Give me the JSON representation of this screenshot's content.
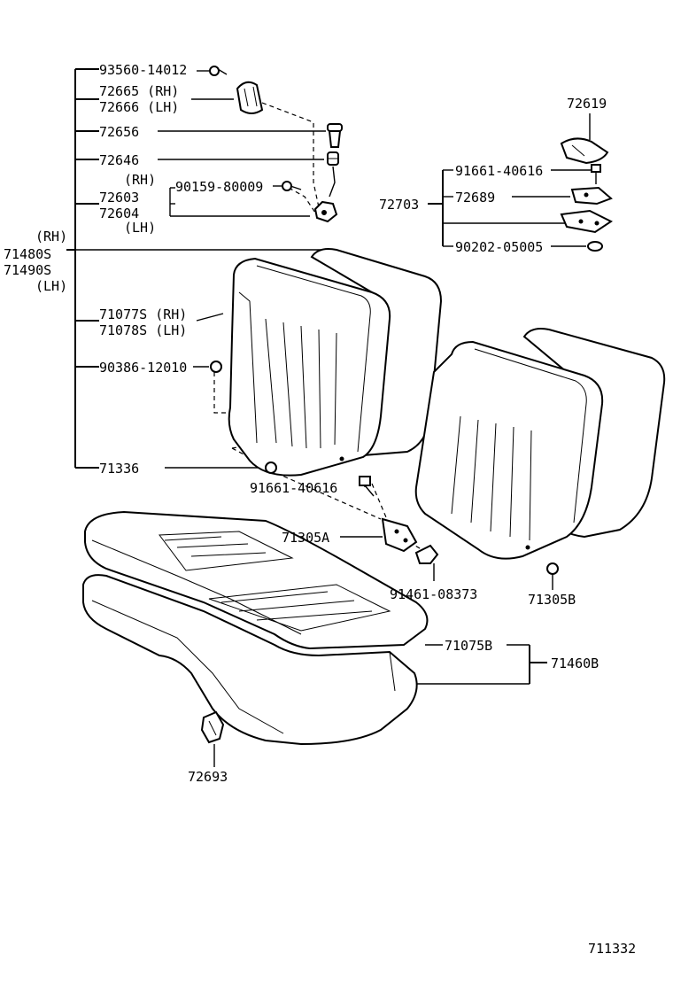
{
  "labels": {
    "p93560_14012": "93560-14012",
    "p72665": "72665 (RH)",
    "p72666": "72666 (LH)",
    "p72656": "72656",
    "p72646": "72646",
    "rh_small": "(RH)",
    "p90159_80009": "90159-80009",
    "p72603": "72603",
    "p72604": "72604",
    "lh_small": "(LH)",
    "rh_main": "(RH)",
    "p71480s": "71480S",
    "p71490s": "71490S",
    "lh_main": "(LH)",
    "p71077s": "71077S (RH)",
    "p71078s": "71078S (LH)",
    "p90386_12010": "90386-12010",
    "p71336": "71336",
    "p91661_40616_a": "91661-40616",
    "p71305a": "71305A",
    "p91461_08373": "91461-08373",
    "p71305b": "71305B",
    "p72619": "72619",
    "p91661_40616_b": "91661-40616",
    "p72703": "72703",
    "p72689": "72689",
    "p90202_05005": "90202-05005",
    "p71075b": "71075B",
    "p71460b": "71460B",
    "p72693": "72693",
    "ref_code": "711332"
  }
}
